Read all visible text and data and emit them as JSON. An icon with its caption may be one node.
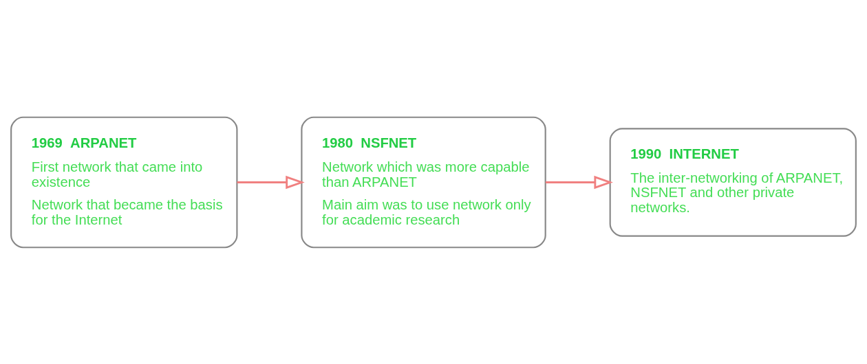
{
  "diagram": {
    "nodes": [
      {
        "text": [
          "1969  ARPANET",
          "First network that came into existence",
          "Network that became the basis for the Internet"
        ]
      },
      {
        "text": [
          "1980  NSFNET",
          "Network which was more capable than ARPANET",
          "Main aim was to use network only for academic research"
        ]
      },
      {
        "text": [
          "1990  INTERNET",
          "The inter-networking of ARPANET, NSFNET and other private networks."
        ]
      }
    ],
    "edges": [
      {
        "from": 0,
        "to": 1,
        "arrow": "to"
      },
      {
        "from": 1,
        "to": 2,
        "arrow": "to"
      }
    ]
  }
}
